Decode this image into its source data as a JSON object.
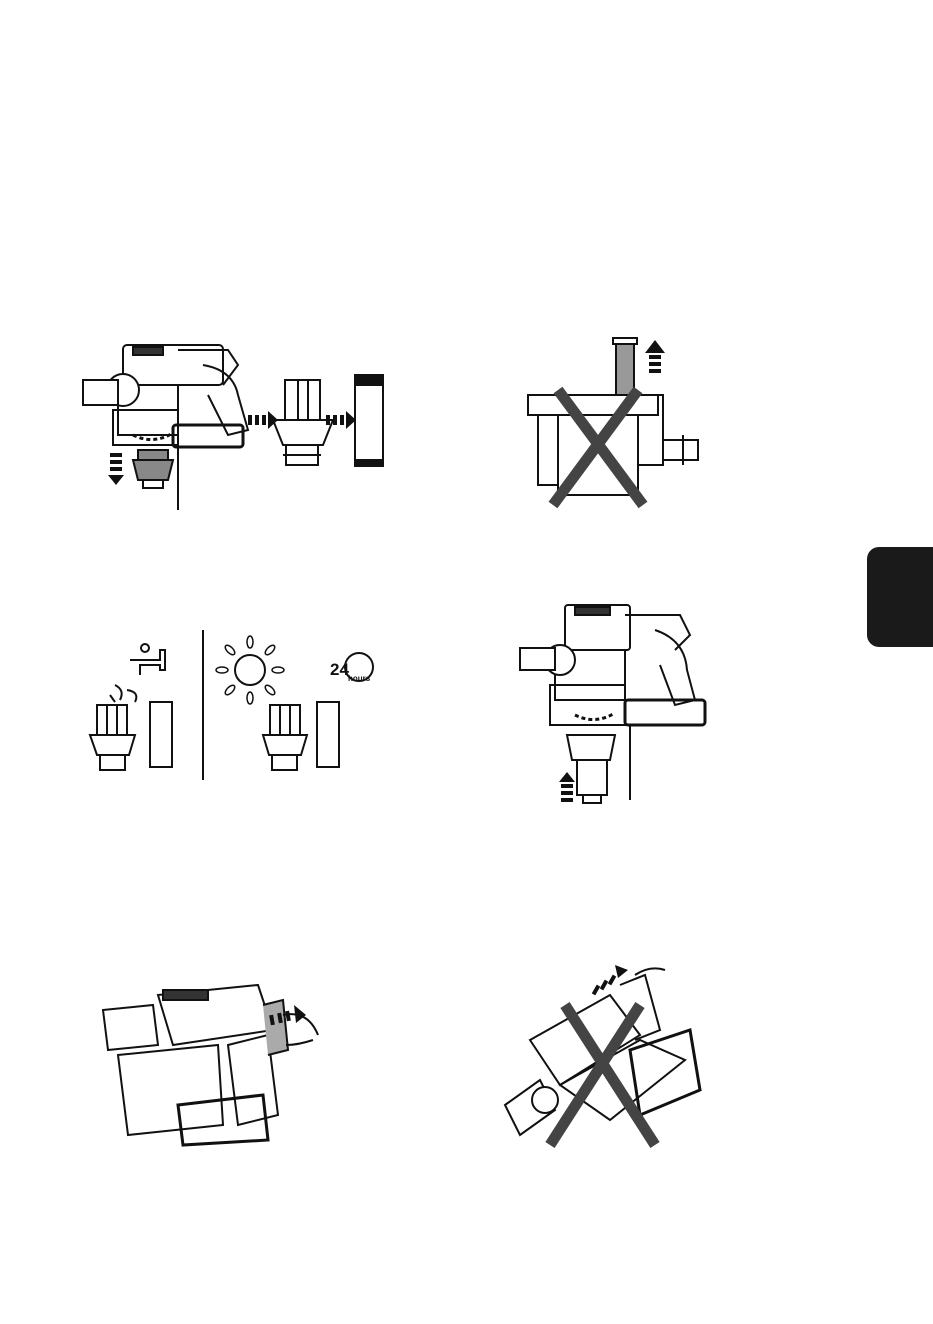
{
  "page": {
    "background": "#ffffff",
    "ink": "#111111",
    "tab_color": "#1a1a1a"
  },
  "figures": {
    "fig1": {
      "description_icon": "remove-dust-cup-and-filter"
    },
    "fig2": {
      "description_icon": "do-not-pull-filter-upward"
    },
    "fig3": {
      "description_icon": "wash-and-dry-filter"
    },
    "fig4": {
      "description_icon": "reinstall-dust-cup"
    },
    "fig5": {
      "description_icon": "detach-handle-unit"
    },
    "fig6": {
      "description_icon": "incorrect-detach-handle"
    }
  },
  "drying": {
    "hours_number": "24",
    "hours_word": "hours"
  }
}
